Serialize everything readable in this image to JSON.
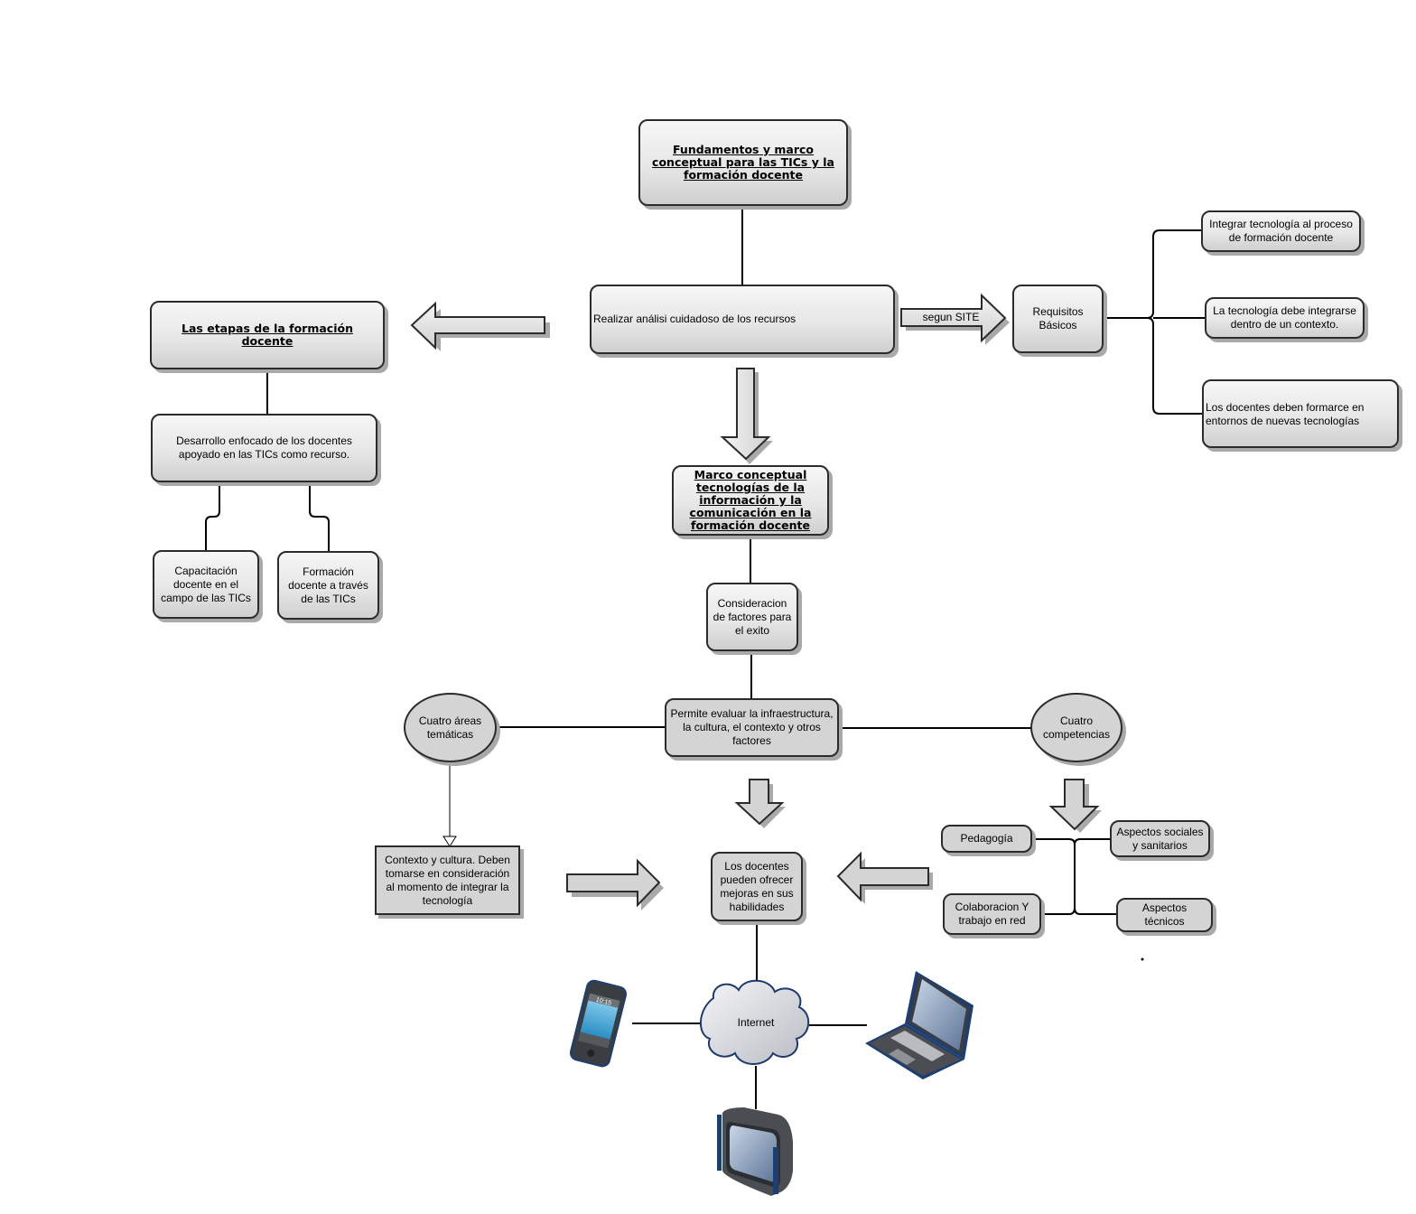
{
  "diagram": {
    "root": "Fundamentos y marco conceptual para las TICs y la formación docente",
    "analysis": "Realizar análisi cuidadoso de los recursos",
    "analysis_icon": "computer-workstation-icon",
    "arrow_label": "segun SITE",
    "requirements": {
      "title": "Requisitos Básicos",
      "items": [
        "Integrar tecnología al proceso de formación docente",
        "La tecnología debe integrarse dentro de un contexto.",
        "Los docentes deben formarce en entornos de nuevas tecnologías"
      ]
    },
    "stages": {
      "title": "Las etapas de la formación docente",
      "development": "Desarrollo enfocado de los docentes apoyado en las TICs como recurso.",
      "children": [
        "Capacitación docente en el campo de las TICs",
        "Formación docente a través de las TICs"
      ]
    },
    "framework": "Marco conceptual tecnologías de la información y la comunicación en la formación docente",
    "factors": "Consideracion de factores para el exito",
    "evaluate": "Permite evaluar la infraestructura, la cultura, el contexto y otros factores",
    "areas": "Cuatro áreas temáticas",
    "context": "Contexto y cultura. Deben tomarse en consideración al momento de integrar la tecnología",
    "competencies": {
      "title": "Cuatro competencias",
      "items": [
        "Pedagogía",
        "Aspectos sociales y sanitarios",
        "Colaboracion Y trabajo en red",
        "Aspectos técnicos"
      ]
    },
    "outcome": "Los docentes pueden ofrecer mejoras en sus habilidades",
    "network": {
      "hub": "Internet",
      "hub_icon": "cloud-icon",
      "devices": [
        "smartphone-icon",
        "laptop-icon",
        "television-icon"
      ],
      "phone_time": "10:15"
    }
  }
}
